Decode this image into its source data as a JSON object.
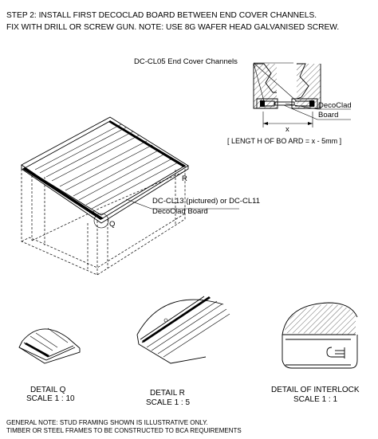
{
  "instruction": {
    "line1": "STEP 2: INSTALL FIRST DECOCLAD BOARD BETWEEN END COVER CHANNELS.",
    "line2": "FIX WITH DRILL OR SCREW GUN. NOTE: USE 8G WAFER HEAD GALVANISED SCREW."
  },
  "callouts": {
    "end_cover_channels": "DC-CL05 End Cover Channels",
    "decoclad_board_1": "DecoClad",
    "decoclad_board_2": "Board",
    "dimension_x": "x",
    "length_note": "[ LENGT   H OF BO   ARD = x   - 5mm ]",
    "board_spec_1": "DC-CL13 (pictured) or DC-CL11",
    "board_spec_2": "DecoClad Board",
    "marker_q": "Q",
    "marker_r": "R"
  },
  "details": {
    "q_title": "DETAIL Q",
    "q_scale": "SCALE 1 : 10",
    "r_title": "DETAIL R",
    "r_scale": "SCALE 1 : 5",
    "interlock_title": "DETAIL OF INTERLOCK",
    "interlock_scale": "SCALE 1 : 1"
  },
  "general_note": {
    "line1": "GENERAL NOTE: STUD FRAMING SHOWN IS ILLUSTRATIVE ONLY.",
    "line2": "TIMBER OR STEEL FRAMES TO BE CONSTRUCTED TO BCA REQUIREMENTS"
  }
}
